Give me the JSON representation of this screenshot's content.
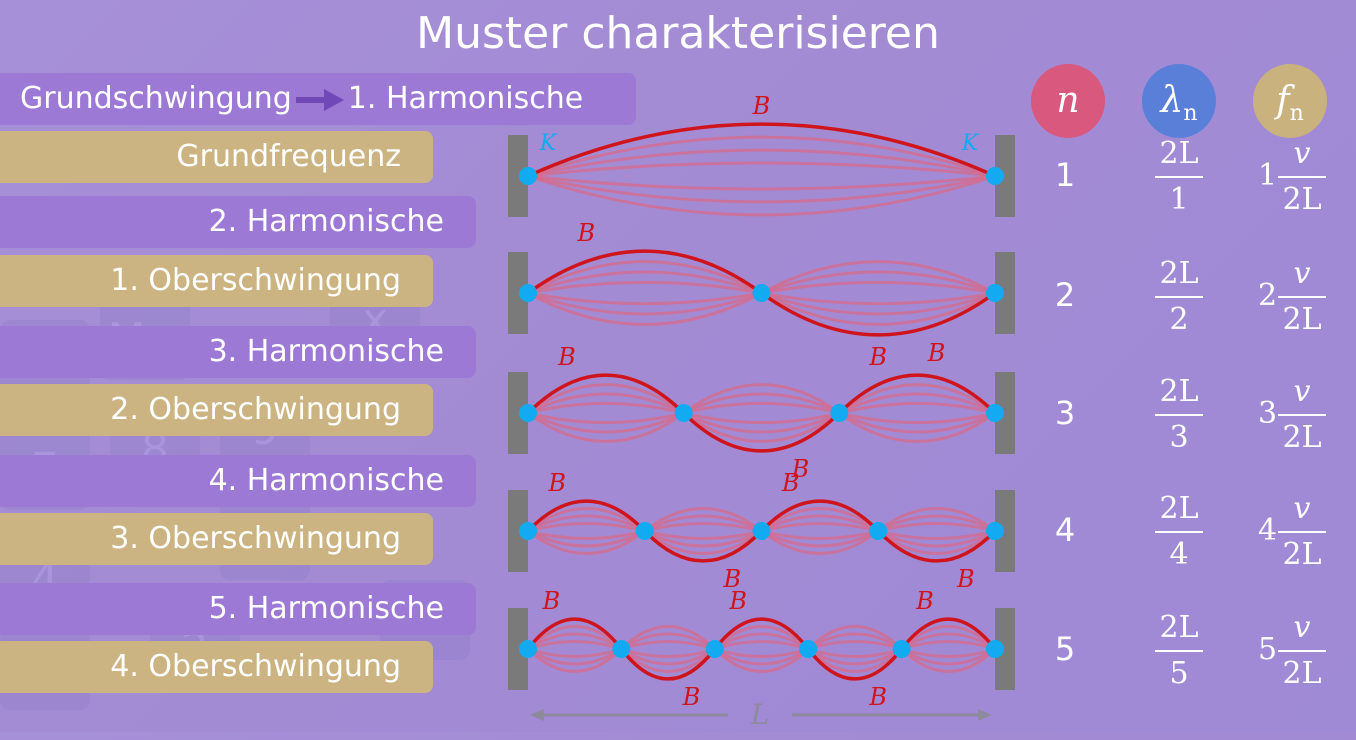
{
  "title": "Muster charakterisieren",
  "top_label": {
    "left": "Grundschwingung",
    "right": "1. Harmonische"
  },
  "labels": [
    {
      "text": "Grundfrequenz",
      "kind": "gold"
    },
    {
      "text": "2. Harmonische",
      "kind": "purple"
    },
    {
      "text": "1. Oberschwingung",
      "kind": "gold"
    },
    {
      "text": "3. Harmonische",
      "kind": "purple"
    },
    {
      "text": "2. Oberschwingung",
      "kind": "gold"
    },
    {
      "text": "4. Harmonische",
      "kind": "purple"
    },
    {
      "text": "3. Oberschwingung",
      "kind": "gold"
    },
    {
      "text": "5. Harmonische",
      "kind": "purple"
    },
    {
      "text": "4. Oberschwingung",
      "kind": "gold"
    }
  ],
  "table_headers": {
    "n": "n",
    "lambda": "λ",
    "lambda_sub": "n",
    "f": "f",
    "f_sub": "n"
  },
  "rows": [
    {
      "n": "1",
      "lambda_num": "2L",
      "lambda_den": "1",
      "f_coef": "1",
      "f_num": "v",
      "f_den": "2L"
    },
    {
      "n": "2",
      "lambda_num": "2L",
      "lambda_den": "2",
      "f_coef": "2",
      "f_num": "v",
      "f_den": "2L"
    },
    {
      "n": "3",
      "lambda_num": "2L",
      "lambda_den": "3",
      "f_coef": "3",
      "f_num": "v",
      "f_den": "2L"
    },
    {
      "n": "4",
      "lambda_num": "2L",
      "lambda_den": "4",
      "f_coef": "4",
      "f_num": "v",
      "f_den": "2L"
    },
    {
      "n": "5",
      "lambda_num": "2L",
      "lambda_den": "5",
      "f_coef": "5",
      "f_num": "v",
      "f_den": "2L"
    }
  ],
  "node_label": "K",
  "antinode_label": "B",
  "length_label": "L",
  "colors": {
    "n_circle": "#d9587e",
    "lambda_circle": "#5a7fd8",
    "f_circle": "#c9b27e",
    "string": "#d0141c",
    "node": "#12aaf0",
    "wall": "#7a7a7a"
  }
}
